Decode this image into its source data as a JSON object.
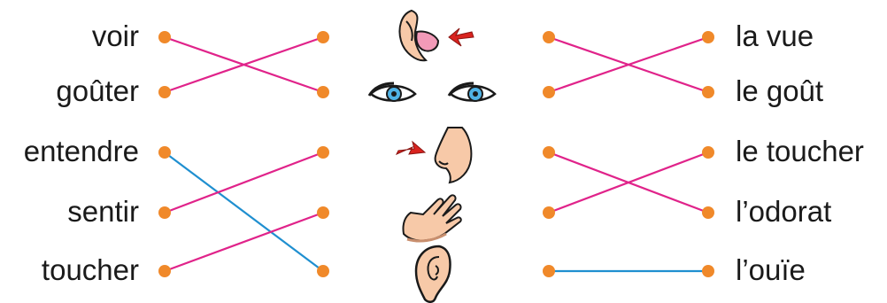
{
  "left_words": [
    "voir",
    "goûter",
    "entendre",
    "sentir",
    "toucher"
  ],
  "right_words": [
    "la vue",
    "le goût",
    "le toucher",
    "l’odorat",
    "l’ouïe"
  ],
  "icons": [
    "tongue-icon",
    "eyes-icon",
    "nose-icon",
    "hand-icon",
    "ear-icon"
  ],
  "left_links": [
    {
      "from": 0,
      "to": 1,
      "color": "#e0238a"
    },
    {
      "from": 1,
      "to": 0,
      "color": "#e0238a"
    },
    {
      "from": 2,
      "to": 4,
      "color": "#1f8fd0"
    },
    {
      "from": 3,
      "to": 2,
      "color": "#e0238a"
    },
    {
      "from": 4,
      "to": 3,
      "color": "#e0238a"
    }
  ],
  "right_links": [
    {
      "from": 0,
      "to": 1,
      "color": "#e0238a"
    },
    {
      "from": 1,
      "to": 0,
      "color": "#e0238a"
    },
    {
      "from": 2,
      "to": 3,
      "color": "#e0238a"
    },
    {
      "from": 3,
      "to": 2,
      "color": "#e0238a"
    },
    {
      "from": 4,
      "to": 4,
      "color": "#1f8fd0"
    }
  ],
  "colors": {
    "dot": "#f0892a",
    "text": "#1a1a1a"
  }
}
